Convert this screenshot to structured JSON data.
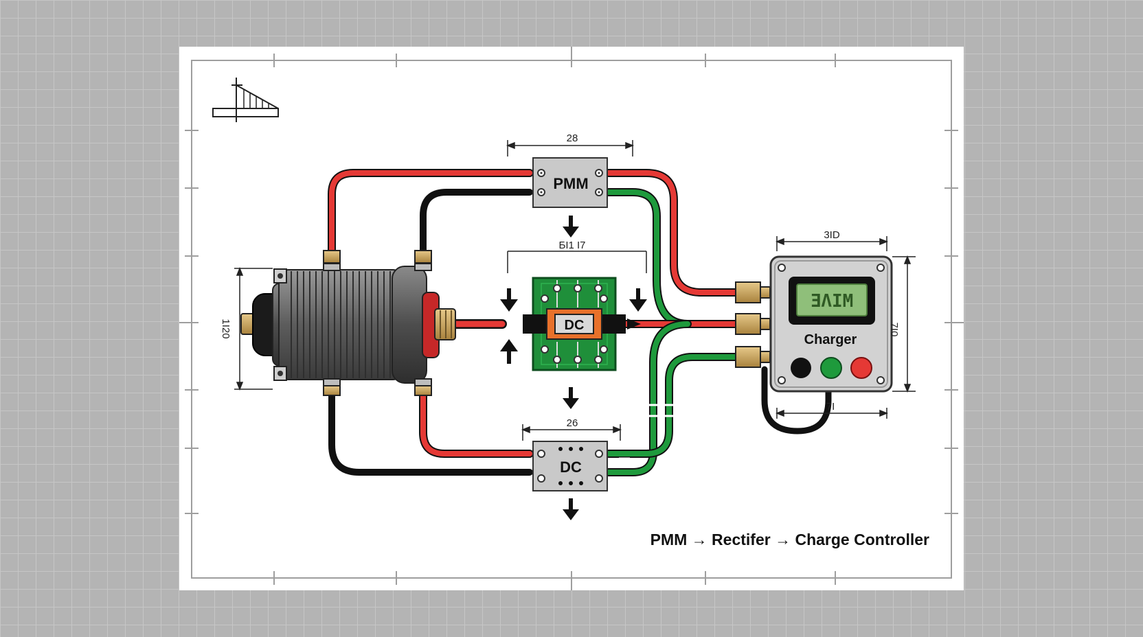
{
  "diagram": {
    "caption": "PMM → Rectifer → Charge Controller",
    "blocks": {
      "pmm_top": "PMM",
      "rectifier_center": "DC",
      "dc_bottom": "DC",
      "charger": "Charger",
      "charger_display": "ƎΛIM"
    },
    "dimensions": {
      "top_width": "28",
      "center_width": "ƂI1 I7",
      "bottom_width": "26",
      "charger_width": "3ID",
      "charger_height": "7I0",
      "charger_base": "7I",
      "motor_height": "1I20"
    },
    "colors": {
      "positive": "#e53935",
      "negative": "#111111",
      "signal": "#1e9a3c",
      "board": "#1f8f3a",
      "housing": "#6b6b6b",
      "connector": "#c9a650"
    }
  }
}
